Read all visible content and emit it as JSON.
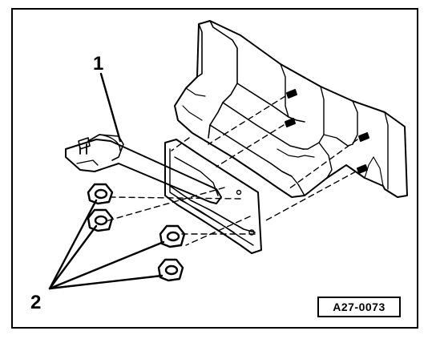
{
  "diagram": {
    "callouts": {
      "part_1": "1",
      "part_2": "2"
    },
    "reference_code": "A27-0073",
    "colors": {
      "line": "#000000",
      "background": "#ffffff"
    },
    "icons": [
      "bracket",
      "heat-shield",
      "nut",
      "bolt",
      "leader-line",
      "assembly-dash-line"
    ]
  }
}
